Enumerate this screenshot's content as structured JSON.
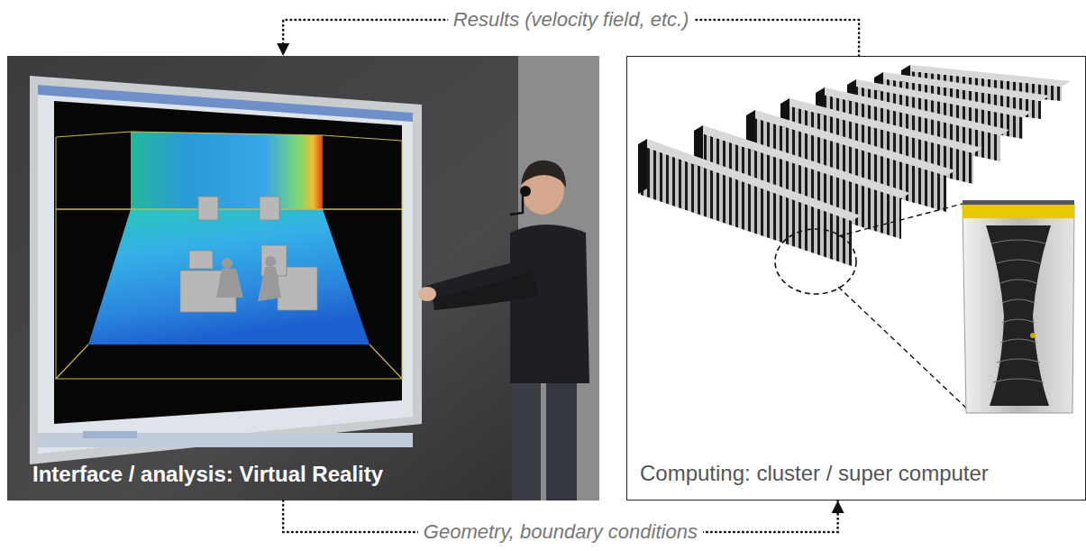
{
  "diagram": {
    "nodes": [
      {
        "text": [
          "Interface / analysis: Virtual Reality"
        ]
      },
      {
        "text": [
          "Computing: cluster / super computer"
        ]
      }
    ],
    "edges": [
      {
        "from": 1,
        "to": 0,
        "arrow": "to",
        "label": "Results (velocity field, etc.)"
      },
      {
        "from": 0,
        "to": 1,
        "arrow": "to",
        "label": "Geometry, boundary conditions"
      }
    ]
  }
}
